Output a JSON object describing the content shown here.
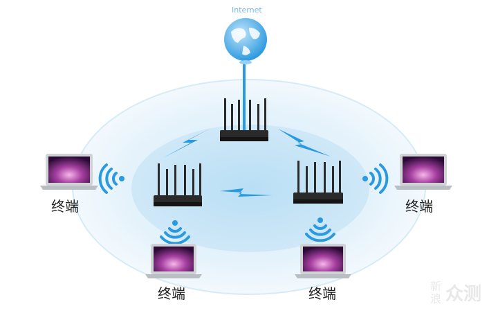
{
  "internet_label": "Internet",
  "terminal_label": "终端",
  "watermark": {
    "small": "新浪",
    "big": "众测"
  },
  "icons": [
    "globe-icon",
    "router-icon",
    "laptop-icon",
    "wifi-icon",
    "lightning-icon"
  ],
  "colors": {
    "link": "#2a9ae0",
    "halo_outer": "#e8f4fb",
    "halo_inner": "#cfe8f7",
    "router": "#2a2a2a",
    "label": "#222222"
  }
}
